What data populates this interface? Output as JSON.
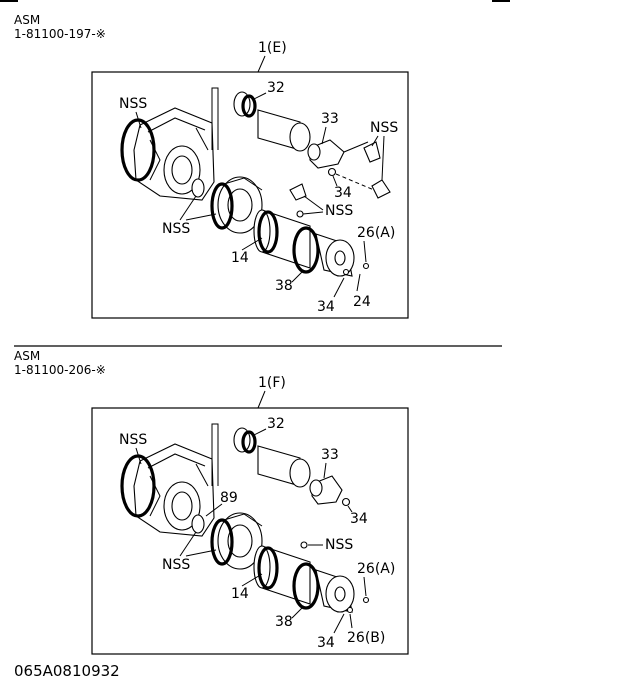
{
  "sections": [
    {
      "header_label": "ASM",
      "header_code": "1-81100-197-※",
      "assembly": "1(E)",
      "callouts": {
        "nss_upper_left": "NSS",
        "p32": "32",
        "p33": "33",
        "nss_upper_right": "NSS",
        "p34_upper": "34",
        "nss_middle": "NSS",
        "nss_left": "NSS",
        "p26": "26(A)",
        "p14": "14",
        "p38": "38",
        "p34_lower": "34",
        "p24": "24"
      }
    },
    {
      "header_label": "ASM",
      "header_code": "1-81100-206-※",
      "assembly": "1(F)",
      "callouts": {
        "nss_upper_left": "NSS",
        "p32": "32",
        "p33": "33",
        "p34_upper": "34",
        "p89": "89",
        "nss_middle": "NSS",
        "nss_left": "NSS",
        "p26a": "26(A)",
        "p14": "14",
        "p38": "38",
        "p34_lower": "34",
        "p26b": "26(B)"
      }
    }
  ],
  "footer_code": "065A0810932"
}
